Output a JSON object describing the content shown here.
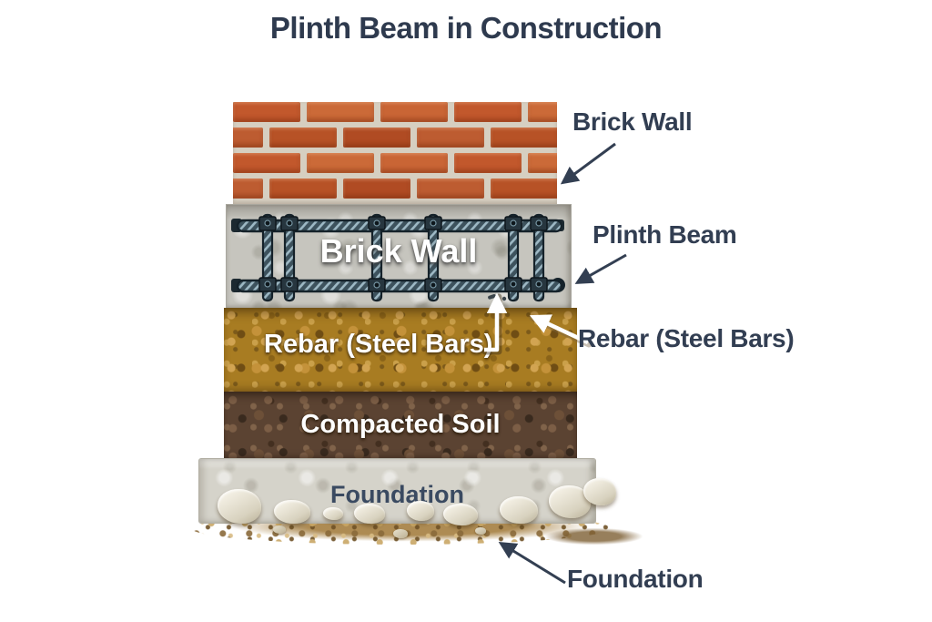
{
  "title": "Plinth Beam in Construction",
  "diagram": {
    "beam_label": "Brick Wall",
    "rebar_inline_label": "Rebar (Steel Bars)",
    "compacted_soil_label": "Compacted Soil",
    "foundation_label": "Foundation"
  },
  "callouts": {
    "brick_wall": "Brick Wall",
    "plinth_beam": "Plinth Beam",
    "rebar": "Rebar (Steel Bars)",
    "foundation": "Foundation"
  },
  "colors": {
    "label_navy": "#323e52",
    "title_navy": "#2e3a4e",
    "brick_orange": "#c2582c",
    "mortar": "#d6cfc1",
    "beam_concrete": "#c6c5be",
    "foundation_concrete": "#d5d3ca",
    "soil_gold": "#a87c22",
    "soil_brown": "#5b4332",
    "steel_dark": "#22313a",
    "steel_light": "#9db8c4",
    "white": "#ffffff"
  }
}
